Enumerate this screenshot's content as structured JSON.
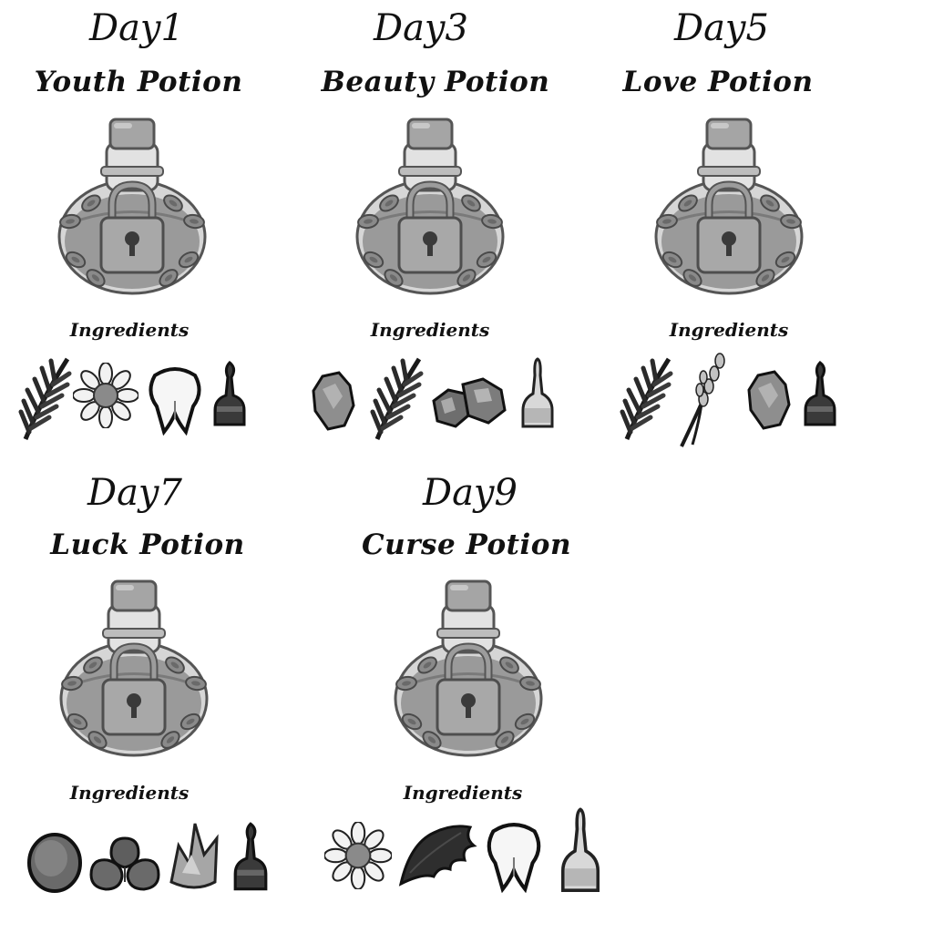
{
  "ingredients_label": "Ingredients",
  "potions": [
    {
      "day": "Day1",
      "name": "Youth Potion",
      "locked": true,
      "ingredients": [
        "herb-sprig-icon",
        "daisy-flower-icon",
        "tooth-icon",
        "dark-vial-icon"
      ]
    },
    {
      "day": "Day3",
      "name": "Beauty Potion",
      "locked": true,
      "ingredients": [
        "rock-shard-icon",
        "herb-sprig-icon",
        "gems-pile-icon",
        "light-vial-icon"
      ]
    },
    {
      "day": "Day5",
      "name": "Love Potion",
      "locked": true,
      "ingredients": [
        "herb-sprig-icon",
        "lavender-sprig-icon",
        "rock-shard-icon",
        "dark-vial-icon"
      ]
    },
    {
      "day": "Day7",
      "name": "Luck Potion",
      "locked": true,
      "ingredients": [
        "round-stone-icon",
        "clover-leaf-icon",
        "crystal-cluster-icon",
        "dark-vial-icon"
      ]
    },
    {
      "day": "Day9",
      "name": "Curse Potion",
      "locked": true,
      "ingredients": [
        "daisy-flower-icon",
        "bat-wing-icon",
        "tooth-icon",
        "light-vial-icon"
      ]
    }
  ]
}
